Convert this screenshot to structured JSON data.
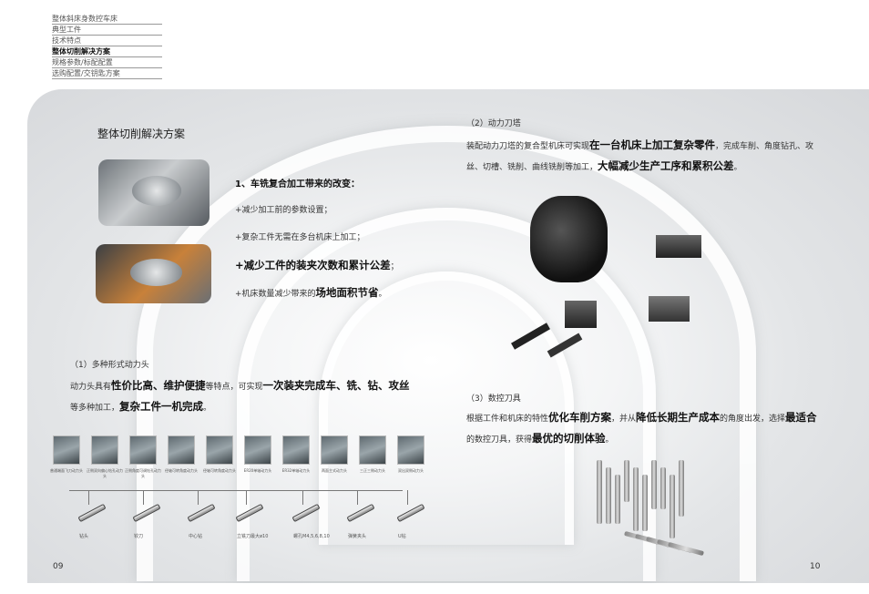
{
  "nav": [
    "整体斜床身数控车床",
    "典型工件",
    "技术特点",
    "整体切削解决方案",
    "规格参数/标配配置",
    "选购配置/交钥匙方案"
  ],
  "nav_active": 3,
  "section_title": "整体切削解决方案",
  "change": {
    "heading": "1、车铣复合加工带来的改变：",
    "items": [
      [
        {
          "t": "+减少加工前的参数设置；"
        }
      ],
      [
        {
          "t": "+复杂工件无需在多台机床上加工；"
        }
      ],
      [
        {
          "t": "+减少工件的装夹次数和累计公差",
          "b": true
        },
        {
          "t": "；"
        }
      ],
      [
        {
          "t": "+机床数量减少带来的"
        },
        {
          "t": "场地面积节省",
          "b": true
        },
        {
          "t": "。"
        }
      ]
    ]
  },
  "power_head": {
    "heading": "（1）多种形式动力头",
    "lines": [
      [
        {
          "t": "动力头具有"
        },
        {
          "t": "性价比高、维护便捷",
          "b": true
        },
        {
          "t": "等特点，可实现"
        },
        {
          "t": "一次装夹完成车、铣、钻、攻丝",
          "b": true
        }
      ],
      [
        {
          "t": "等多种加工，"
        },
        {
          "t": "复杂工件一机完成",
          "b": true
        },
        {
          "t": "。"
        }
      ]
    ],
    "heads": [
      "普通端面飞刀动力头",
      "正侧双向偏心钻孔动力头",
      "正侧角度可调钻孔动力头",
      "径轴可转角度动力头",
      "径轴可转角度动力头",
      "ER20单轴动力头",
      "ER32单轴动力头",
      "两面主式动力头",
      "三正三侧动力头",
      "双出双侧动力头"
    ],
    "tools": [
      "钻头",
      "铰刀",
      "中心钻",
      "立铣刀最大ø10",
      "螺孔M4,5,6,8,10",
      "弹簧夹头",
      "U钻"
    ]
  },
  "turret": {
    "heading": "（2）动力刀塔",
    "lines": [
      [
        {
          "t": "装配动力刀塔的复合型机床可实现"
        },
        {
          "t": "在一台机床上加工复杂零件",
          "b": true
        },
        {
          "t": "，完成车削、角度钻孔、攻"
        }
      ],
      [
        {
          "t": "丝、切槽、铣削、曲线铣削等加工，"
        },
        {
          "t": "大幅减少生产工序和累积公差",
          "b": true
        },
        {
          "t": "。"
        }
      ]
    ]
  },
  "cnc_tools": {
    "heading": "（3）数控刀具",
    "lines": [
      [
        {
          "t": "根据工件和机床的特性"
        },
        {
          "t": "优化车削方案",
          "b": true
        },
        {
          "t": "，并从"
        },
        {
          "t": "降低长期生产成本",
          "b": true
        },
        {
          "t": "的角度出发，选择"
        },
        {
          "t": "最适合",
          "b": true
        }
      ],
      [
        {
          "t": "的数控刀具，获得"
        },
        {
          "t": "最优的切削体验",
          "b": true
        },
        {
          "t": "。"
        }
      ]
    ]
  },
  "page_left": "09",
  "page_right": "10"
}
